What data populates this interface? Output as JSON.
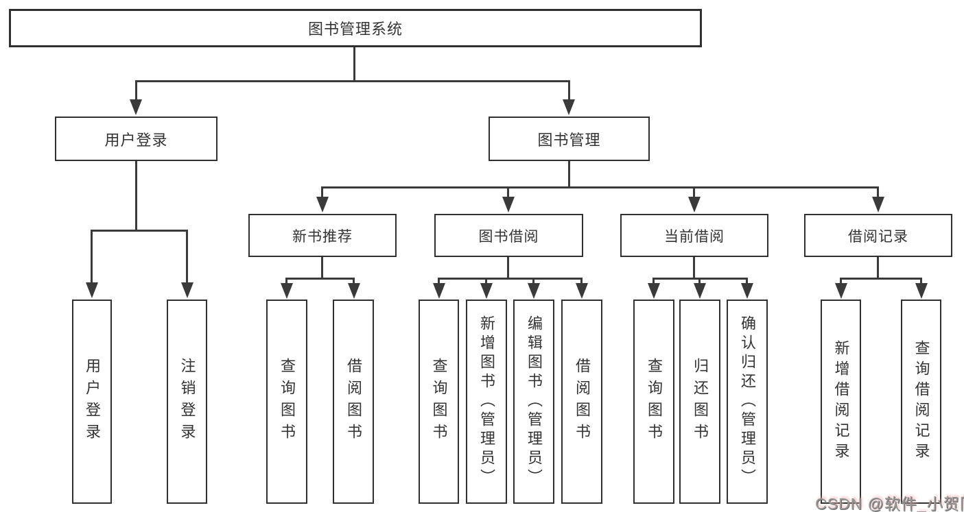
{
  "diagram": {
    "title": "图书管理系统",
    "root": {
      "label": "图书管理系统"
    },
    "level2": [
      {
        "id": "user-login",
        "label": "用户登录"
      },
      {
        "id": "book-management",
        "label": "图书管理"
      }
    ],
    "level3": [
      {
        "id": "new-book-recommend",
        "label": "新书推荐",
        "parent": "图书管理"
      },
      {
        "id": "book-borrowing",
        "label": "图书借阅",
        "parent": "图书管理"
      },
      {
        "id": "current-borrowing",
        "label": "当前借阅",
        "parent": "图书管理"
      },
      {
        "id": "borrowing-records",
        "label": "借阅记录",
        "parent": "图书管理"
      }
    ],
    "leaves": [
      {
        "id": "leaf-user-login",
        "label": "用户登录",
        "parent": "用户登录"
      },
      {
        "id": "leaf-logout",
        "label": "注销登录",
        "parent": "用户登录"
      },
      {
        "id": "leaf-query-books-recommend",
        "label": "查询图书",
        "parent": "新书推荐"
      },
      {
        "id": "leaf-borrow-books-recommend",
        "label": "借阅图书",
        "parent": "新书推荐"
      },
      {
        "id": "leaf-query-books-borrow",
        "label": "查询图书",
        "parent": "图书借阅"
      },
      {
        "id": "leaf-add-book-admin",
        "label": "新增图书（管理员）",
        "parent": "图书借阅"
      },
      {
        "id": "leaf-edit-book-admin",
        "label": "编辑图书（管理员）",
        "parent": "图书借阅"
      },
      {
        "id": "leaf-borrow-books",
        "label": "借阅图书",
        "parent": "图书借阅"
      },
      {
        "id": "leaf-query-books-current",
        "label": "查询图书",
        "parent": "当前借阅"
      },
      {
        "id": "leaf-return-books",
        "label": "归还图书",
        "parent": "当前借阅"
      },
      {
        "id": "leaf-confirm-return-admin",
        "label": "确认归还（管理员）",
        "parent": "当前借阅"
      },
      {
        "id": "leaf-add-borrow-record",
        "label": "新增借阅记录",
        "parent": "借阅记录"
      },
      {
        "id": "leaf-query-borrow-record",
        "label": "查询借阅记录",
        "parent": "借阅记录"
      }
    ]
  },
  "watermark": {
    "text": "CSDN @软件_小贺同学"
  },
  "colors": {
    "line": "#3a3a3a",
    "box_border": "#303030",
    "text": "#333333",
    "background": "#ffffff",
    "watermark_text": "#9a9a9a",
    "watermark_accent": "#f2aaaa"
  }
}
